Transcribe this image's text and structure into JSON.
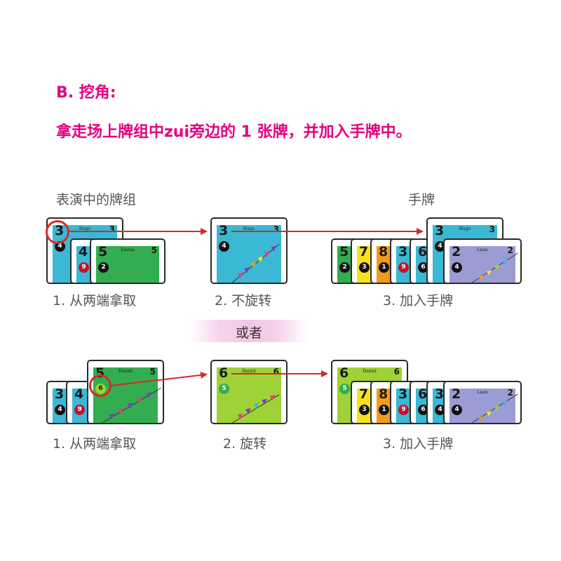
{
  "heading": {
    "section": "B. 挖角:",
    "instruction": "拿走场上牌组中zui旁边的 1 张牌，并加入手牌中。"
  },
  "labels": {
    "deck_in_play": "表演中的牌组",
    "hand": "手牌",
    "or": "或者"
  },
  "row1": {
    "step1": "1. 从两端拿取",
    "step2": "2. 不旋转",
    "step3": "3. 加入手牌"
  },
  "row2": {
    "step1": "1. 从两端拿取",
    "step2": "2. 旋转",
    "step3": "3. 加入手牌"
  },
  "cards": {
    "row1_deck": [
      {
        "number": "3",
        "corner": "3",
        "name": "Hugo",
        "color": "cyan"
      },
      {
        "number": "4",
        "corner": "",
        "name": "",
        "color": "cyan"
      },
      {
        "number": "5",
        "corner": "5",
        "name": "Emma",
        "color": "green"
      }
    ],
    "row1_middle": {
      "number": "3",
      "corner": "3",
      "name": "Hugo",
      "color": "cyan"
    },
    "row1_hand": [
      {
        "number": "5",
        "color": "green"
      },
      {
        "number": "7",
        "color": "yellow"
      },
      {
        "number": "8",
        "color": "orange"
      },
      {
        "number": "3",
        "color": "cyan"
      },
      {
        "number": "6",
        "color": "cyan"
      },
      {
        "number": "3",
        "corner": "3",
        "name": "Hugo",
        "color": "cyan"
      },
      {
        "number": "2",
        "corner": "2",
        "name": "Liam",
        "color": "purple"
      }
    ],
    "row2_deck": [
      {
        "number": "3",
        "color": "cyan"
      },
      {
        "number": "4",
        "color": "cyan"
      },
      {
        "number": "5",
        "corner": "5",
        "name": "Daniel",
        "color": "green"
      }
    ],
    "row2_middle": {
      "number": "6",
      "corner": "6",
      "name": "Daniel",
      "color": "lime"
    },
    "row2_hand": [
      {
        "number": "6",
        "corner": "6",
        "name": "Daniel",
        "color": "lime"
      },
      {
        "number": "7",
        "color": "yellow"
      },
      {
        "number": "8",
        "color": "orange"
      },
      {
        "number": "3",
        "color": "cyan"
      },
      {
        "number": "6",
        "color": "cyan"
      },
      {
        "number": "3",
        "color": "cyan"
      },
      {
        "number": "2",
        "corner": "2",
        "name": "Liam",
        "color": "purple"
      }
    ]
  },
  "colors": {
    "title": "#e4007f",
    "arrow": "#d62a2a",
    "cyan": "#3ab8d4",
    "green": "#33ad4f",
    "lime": "#9ed236",
    "yellow": "#f7e21b",
    "orange": "#f39a1c",
    "purple": "#9b9cd4"
  }
}
